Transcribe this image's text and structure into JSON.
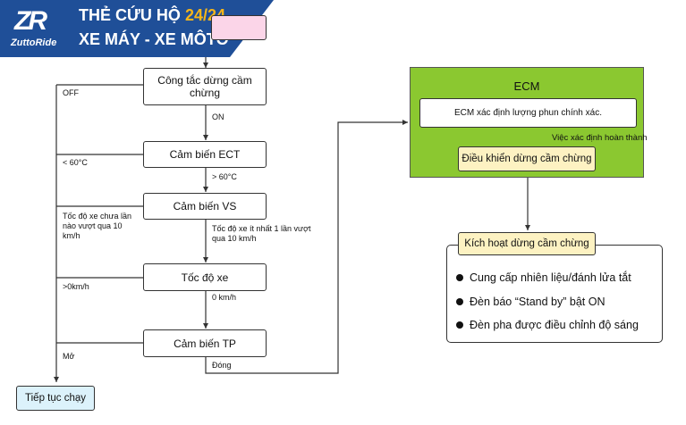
{
  "banner": {
    "logo_mark": "ZR",
    "logo_text": "ZuttoRide",
    "line1_text": "THẺ CỨU HỘ ",
    "line1_highlight": "24/24",
    "line2": "XE MÁY - XE MÔTÔ"
  },
  "nodes": {
    "kill_switch": "Công tắc dừng cầm chừng",
    "ect": "Cảm biến ECT",
    "vs": "Cảm biến VS",
    "speed": "Tốc độ xe",
    "tp": "Cảm biến TP",
    "continue": "Tiếp tục chạy"
  },
  "labels": {
    "off": "OFF",
    "on": "ON",
    "lt60": "< 60°C",
    "gt60": "> 60°C",
    "vs_never": "Tốc độ xe chưa lần nào vượt qua 10 km/h",
    "vs_once": "Tốc độ xe ít nhất 1 lần vượt qua 10 km/h",
    "gt0": ">0km/h",
    "zero": "0 km/h",
    "open": "Mở",
    "closed": "Đóng"
  },
  "ecm": {
    "title": "ECM",
    "determine": "ECM xác định lượng phun chính xác.",
    "determined": "Việc xác định hoàn thành",
    "control": "Điều khiển dừng cầm chừng"
  },
  "result": {
    "title": "Kích hoạt dừng cầm chừng",
    "items": [
      "Cung cấp nhiên liệu/đánh lửa tắt",
      "Đèn báo “Stand by” bật ON",
      "Đèn pha được điều chỉnh độ sáng"
    ]
  },
  "colors": {
    "banner": "#1f4f98",
    "highlight": "#f5b51a",
    "ecm_bg": "#8bc830",
    "yellow_box": "#fdf2c2",
    "start_box": "#dcf2fb",
    "top_box": "#fbd5e8"
  }
}
